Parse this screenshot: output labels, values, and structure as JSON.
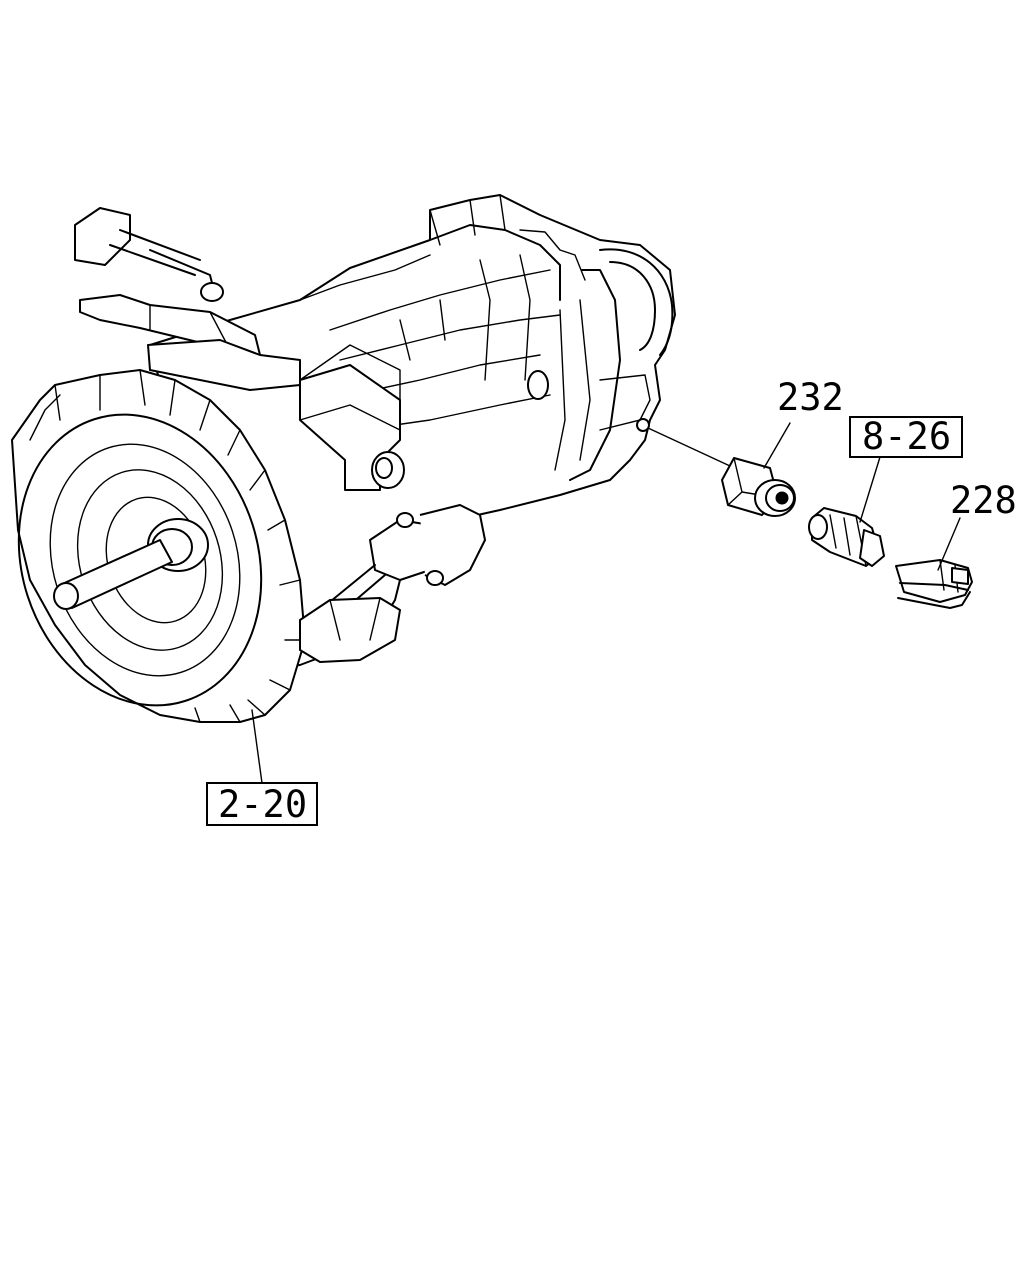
{
  "diagram": {
    "callouts": [
      {
        "id": "c232",
        "label": "232",
        "boxed": false
      },
      {
        "id": "c826",
        "label": "8-26",
        "boxed": true
      },
      {
        "id": "c228",
        "label": "228",
        "boxed": false
      },
      {
        "id": "c220",
        "label": "2-20",
        "boxed": true
      }
    ]
  }
}
